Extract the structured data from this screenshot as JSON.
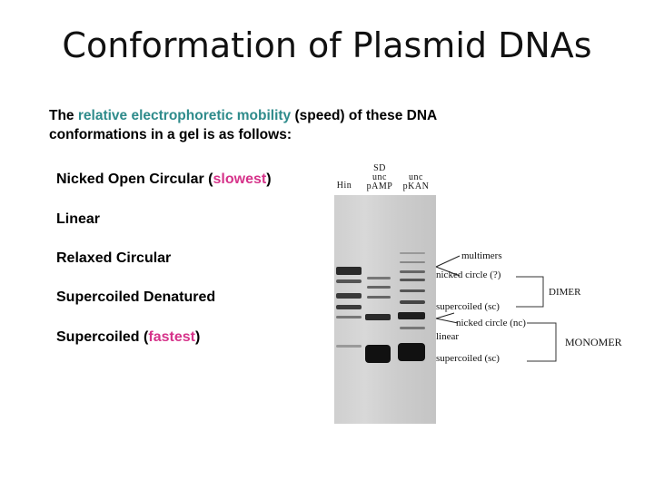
{
  "slide": {
    "title": "Conformation of Plasmid DNAs",
    "intro": {
      "part1": "The ",
      "highlight": "relative electrophoretic mobility",
      "part2": " (speed) of these DNA conformations in a gel is as follows:"
    },
    "list": [
      {
        "pre": "Nicked Open Circular (",
        "highlight": "slowest",
        "post": ")"
      },
      {
        "pre": "Linear",
        "highlight": "",
        "post": ""
      },
      {
        "pre": "Relaxed Circular",
        "highlight": "",
        "post": ""
      },
      {
        "pre": "Supercoiled Denatured",
        "highlight": "",
        "post": ""
      },
      {
        "pre": "Supercoiled (",
        "highlight": "fastest",
        "post": ")"
      }
    ]
  },
  "figure": {
    "lane_headers": {
      "lane1": "Hin",
      "lane2_line1": "SD",
      "lane2_line2": "unc",
      "lane2_line3": "pAMP",
      "lane3_line1": "unc",
      "lane3_line2": "pKAN"
    },
    "labels": {
      "multimers": "multimers",
      "nicked_q": "nicked circle (?)",
      "supercoiled_sc_1": "supercoiled (sc)",
      "nicked_nc": "nicked circle (nc)",
      "linear": "linear",
      "supercoiled_sc_2": "supercoiled (sc)",
      "dimer": "DIMER",
      "monomer": "MONOMER"
    }
  },
  "colors": {
    "teal_highlight": "#2e8b8b",
    "pink_highlight": "#d6338a"
  }
}
